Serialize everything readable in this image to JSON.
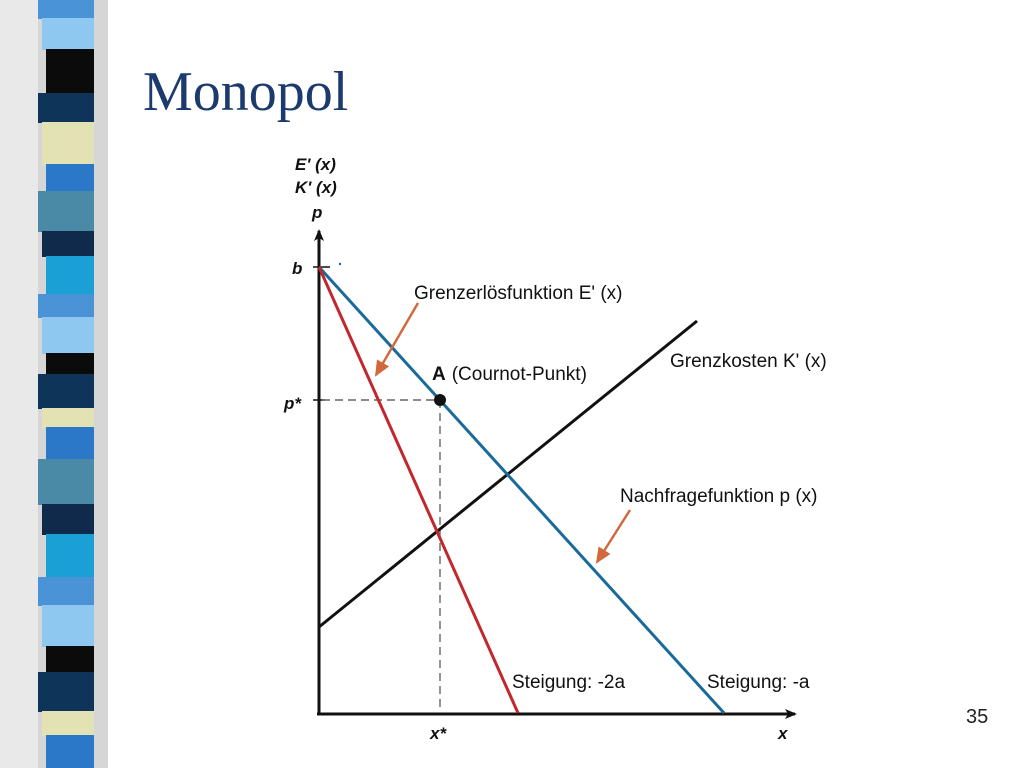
{
  "slide": {
    "title": "Monopol",
    "page_number": "35"
  },
  "diagram": {
    "y_axis_labels": [
      "E' (x)",
      "K' (x)",
      "p"
    ],
    "x_axis_label": "x",
    "b_label": "b",
    "p_star_label": "p*",
    "x_star_label": "x*",
    "point_a_letter": "A",
    "point_a_text": "(Cournot-Punkt)",
    "marginal_revenue_label": "Grenzerlösfunktion E' (x)",
    "marginal_cost_label": "Grenzkosten K' (x)",
    "demand_label": "Nachfragefunktion p (x)",
    "slope_mr_label": "Steigung: -2a",
    "slope_demand_label": "Steigung: -a"
  },
  "colors": {
    "title": "#1c3a6e",
    "demand_line": "#1a6a9a",
    "marginal_revenue_line": "#c0282d",
    "marginal_cost_line": "#111111",
    "arrow": "#d2693c"
  }
}
